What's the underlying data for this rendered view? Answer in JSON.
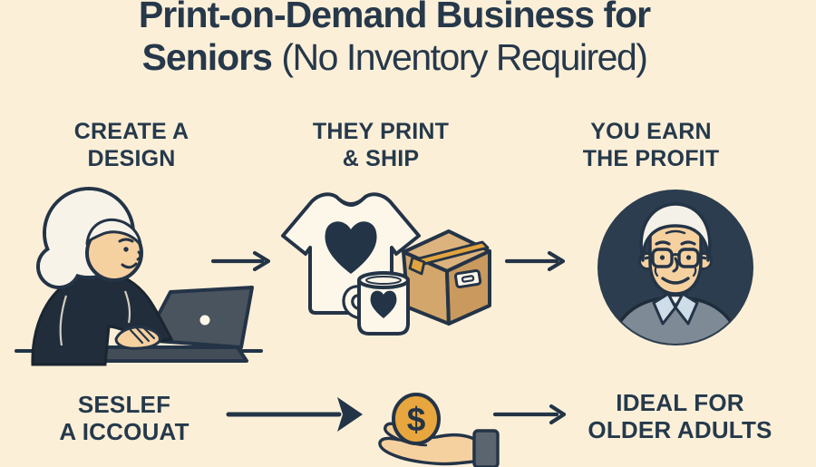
{
  "title": {
    "line1": "Print-on-Demand Business for",
    "line2_bold": "Seniors",
    "line2_light": "(No Inventory Required)"
  },
  "steps": {
    "create": {
      "line1": "CREATE A",
      "line2": "DESIGN",
      "illustration": "senior-woman-typing-on-laptop"
    },
    "print_ship": {
      "line1": "THEY PRINT",
      "line2": "& SHIP",
      "illustration": "tshirt-mug-shipping-box"
    },
    "earn": {
      "line1": "YOU EARN",
      "line2": "THE PROFIT",
      "illustration": "senior-man-portrait"
    }
  },
  "bottom": {
    "left": {
      "line1": "SESLEF",
      "line2": "A ICCOUAT"
    },
    "middle": {
      "illustration": "hand-holding-dollar-coin",
      "coin_symbol": "$"
    },
    "right": {
      "line1": "IDEAL FOR",
      "line2": "OLDER ADULTS"
    }
  },
  "colors": {
    "background": "#fcefd8",
    "ink": "#253a4c",
    "outline": "#243447",
    "skin": "#f6d1a0",
    "cream_white": "#fdf7ea",
    "coin_gold": "#e7a73e",
    "box_tan": "#d3a76c",
    "tape_orange": "#e2a43e",
    "portrait_background": "#2b3d4e",
    "laptop_gray": "#4a545f",
    "sweater_gray": "#7e8a95",
    "collar_blue": "#cfdde8"
  }
}
